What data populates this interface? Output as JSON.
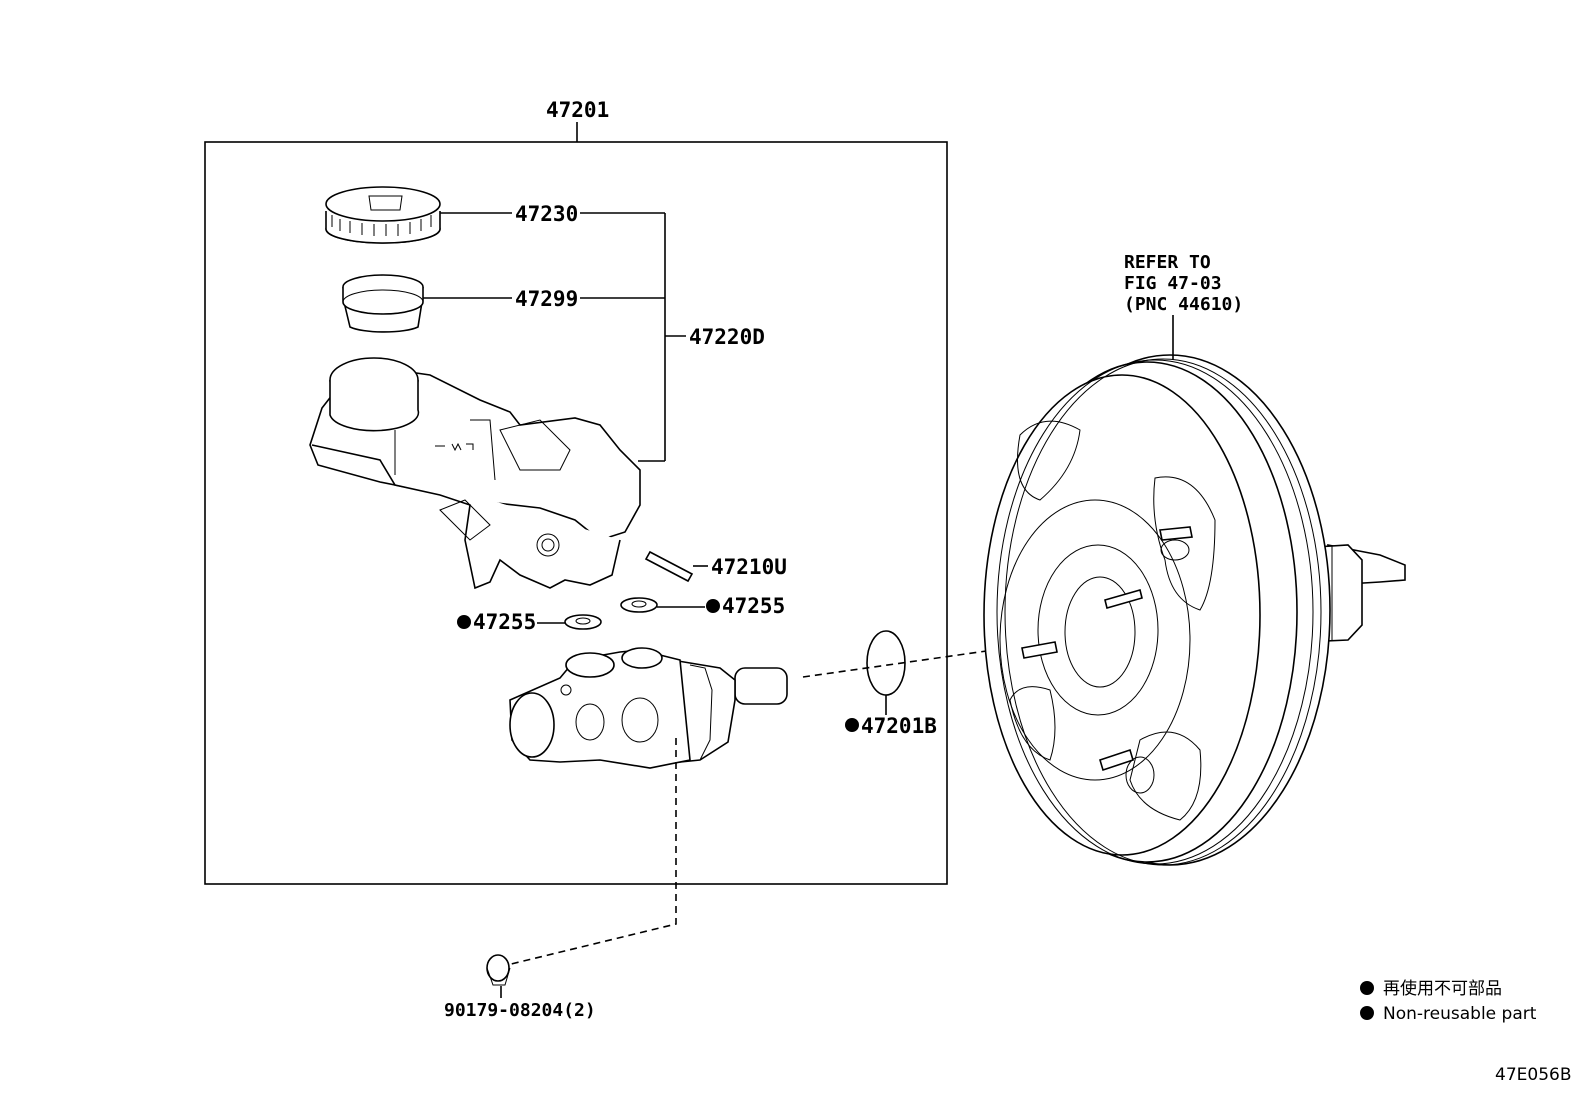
{
  "diagram": {
    "assembly_label": "47201",
    "parts": {
      "cap": "47230",
      "strainer": "47299",
      "reservoir": "47220D",
      "pin": "47210U",
      "grommet_left": "47255",
      "grommet_right": "47255",
      "o_ring": "47201B",
      "plug": "90179-08204(2)"
    },
    "booster_ref": {
      "line1": "REFER TO",
      "line2": "FIG 47-03",
      "line3": "(PNC 44610)"
    },
    "legend": {
      "jp": "再使用不可部品",
      "en": "Non-reusable part"
    },
    "figure_code": "47E056B"
  }
}
